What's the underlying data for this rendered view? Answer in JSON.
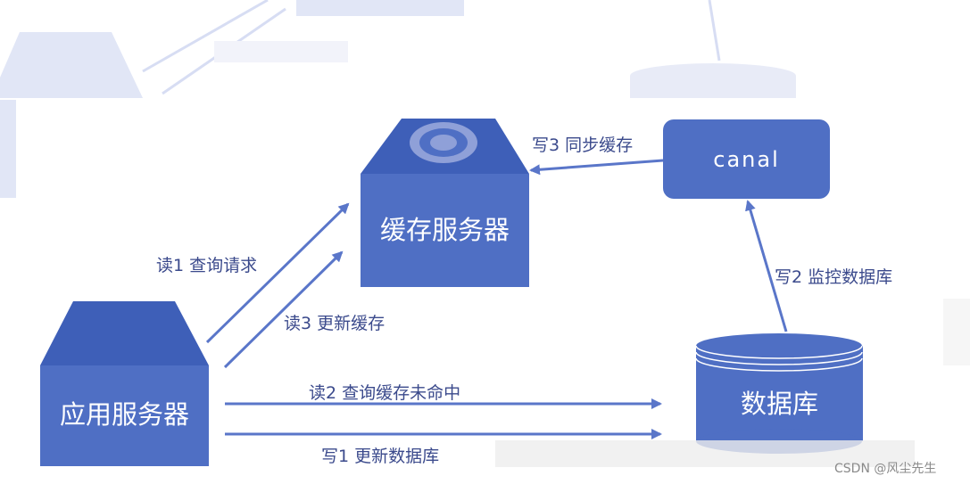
{
  "nodes": {
    "cache_server": "缓存服务器",
    "app_server": "应用服务器",
    "database": "数据库",
    "canal": "canal"
  },
  "edges": {
    "read1": "读1  查询请求",
    "read3": "读3  更新缓存",
    "read2": "读2  查询缓存未命中",
    "write1": "写1   更新数据库",
    "write2": "写2  监控数据库",
    "write3": "写3  同步缓存"
  },
  "watermark": "CSDN @风尘先生",
  "colors": {
    "node_fill": "#4f6fc4",
    "node_dark": "#3e5fb8",
    "arrow": "#5a76c9",
    "label": "#3b4a8c",
    "faded": "#dfe4f4"
  }
}
